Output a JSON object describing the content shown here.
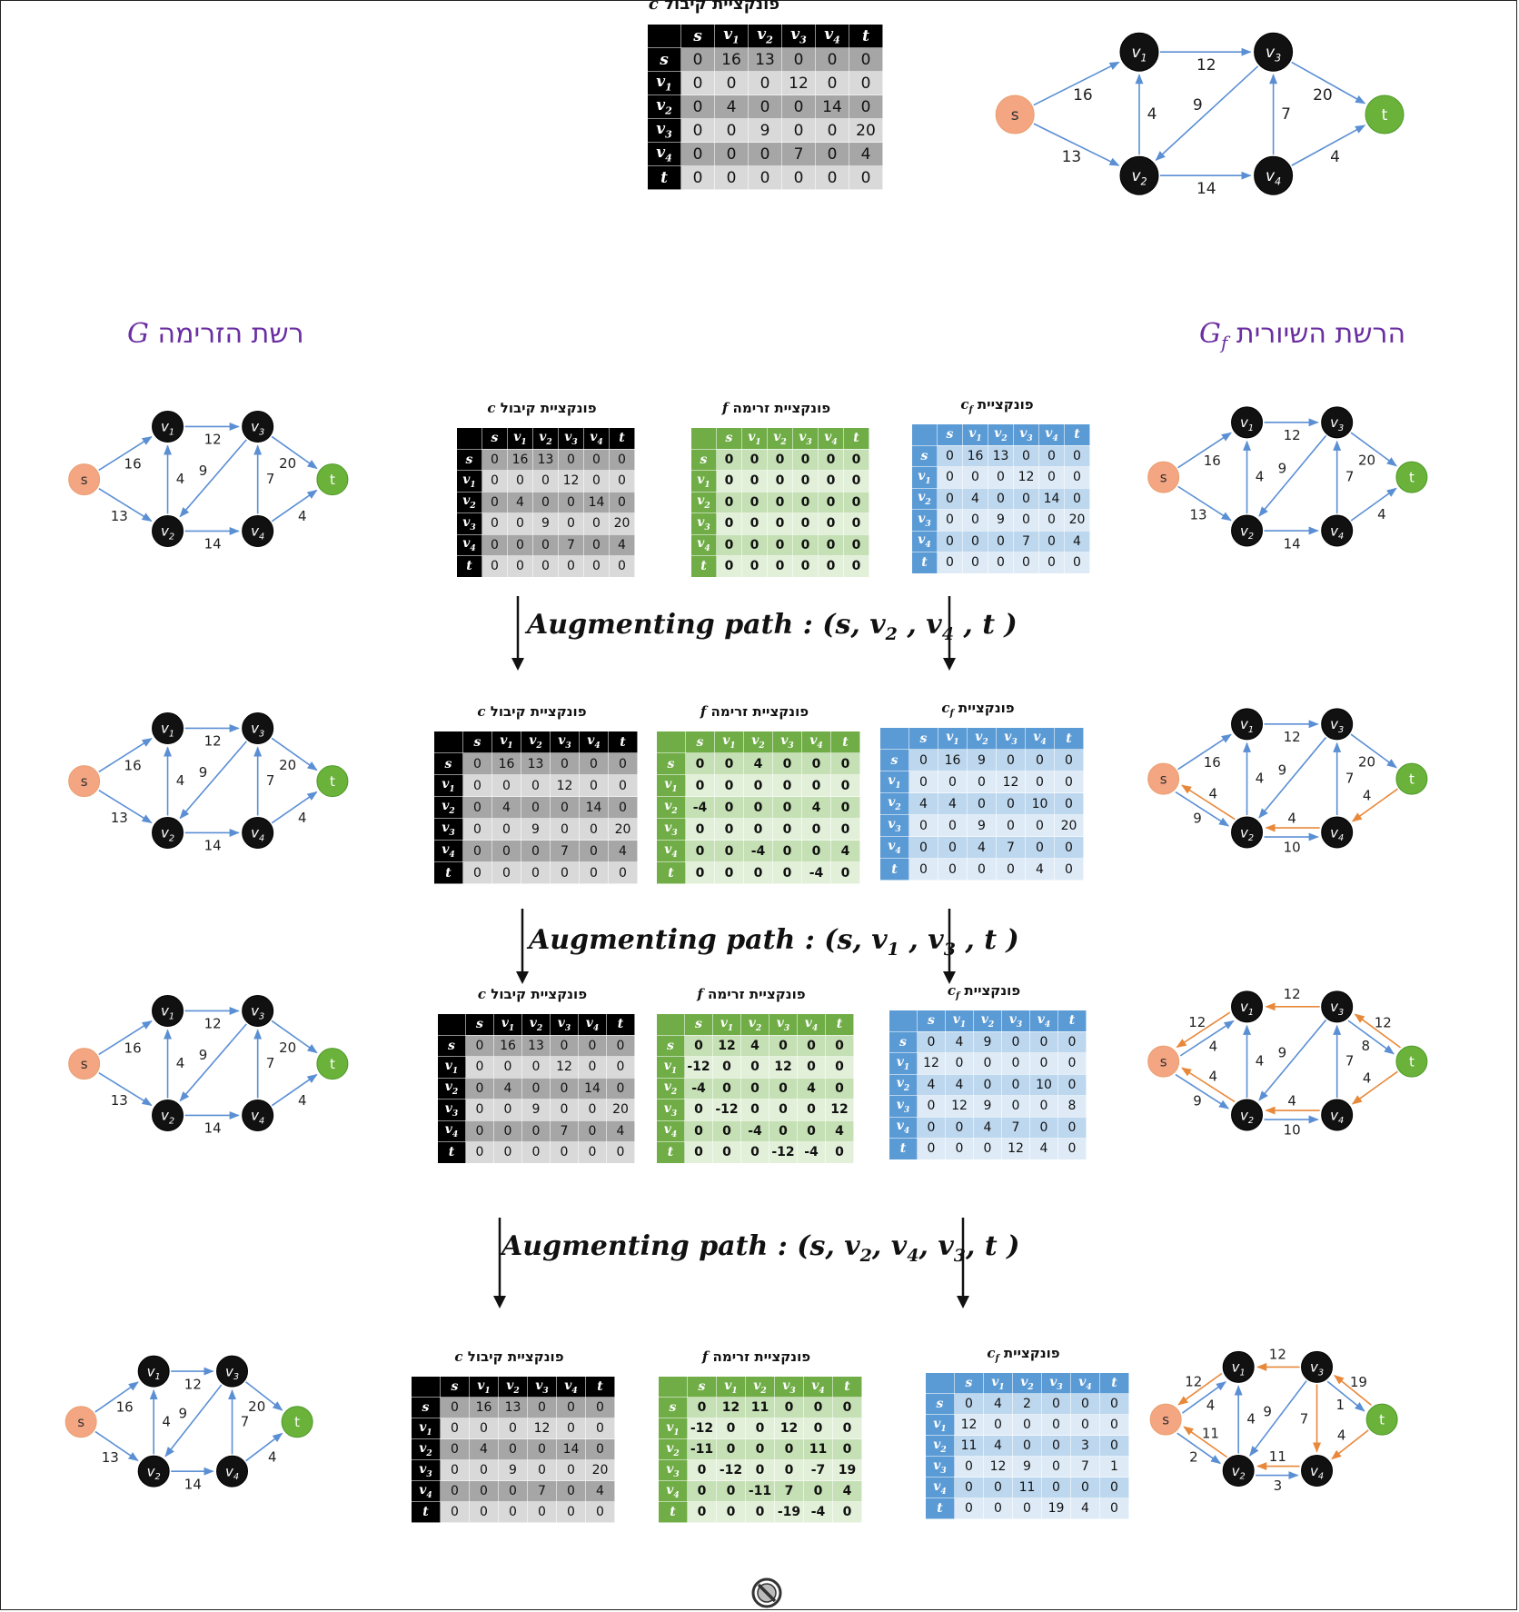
{
  "colors": {
    "source": "#f4a582",
    "sink": "#6ab23a",
    "node": "#111111",
    "edge_blue": "#5b8fd4",
    "edge_orange": "#e8883a",
    "heading": "#6b2fa2",
    "c_header": "#000000",
    "c_dark": "#a6a6a6",
    "c_light": "#d9d9d9",
    "f_header": "#70ad47",
    "f_dark": "#c5e0b4",
    "f_light": "#e2f0d9",
    "cf_header": "#5b9bd5",
    "cf_dark": "#bdd7ee",
    "cf_light": "#deebf7"
  },
  "labels": {
    "node_s": "s",
    "node_t": "t",
    "node_sub": [
      "1",
      "2",
      "3",
      "4"
    ],
    "heading_G": "רשת הזרימה",
    "heading_G_sym": "G",
    "heading_Gf": "הרשת השיורית",
    "heading_Gf_sym": "G",
    "heading_Gf_sub": "f",
    "title_c": "פונקציית קיבול",
    "title_c_sym": "c",
    "title_f": "פונקציית זרימה",
    "title_f_sym": "f",
    "title_cf": "פונקציית",
    "title_cf_sym": "c",
    "title_cf_sub": "f",
    "matrix_headers": [
      "s",
      "v1",
      "v2",
      "v3",
      "v4",
      "t"
    ],
    "aug_prefix": "Augmenting path",
    "aug_paths": [
      "(s, v2 , v4 , t )",
      "(s, v1 , v3 , t )",
      "(s, v2, v4, v3, t )"
    ]
  },
  "matrices": {
    "c": [
      [
        0,
        16,
        13,
        0,
        0,
        0
      ],
      [
        0,
        0,
        0,
        12,
        0,
        0
      ],
      [
        0,
        4,
        0,
        0,
        14,
        0
      ],
      [
        0,
        0,
        9,
        0,
        0,
        20
      ],
      [
        0,
        0,
        0,
        7,
        0,
        4
      ],
      [
        0,
        0,
        0,
        0,
        0,
        0
      ]
    ],
    "f0": [
      [
        0,
        0,
        0,
        0,
        0,
        0
      ],
      [
        0,
        0,
        0,
        0,
        0,
        0
      ],
      [
        0,
        0,
        0,
        0,
        0,
        0
      ],
      [
        0,
        0,
        0,
        0,
        0,
        0
      ],
      [
        0,
        0,
        0,
        0,
        0,
        0
      ],
      [
        0,
        0,
        0,
        0,
        0,
        0
      ]
    ],
    "cf0": [
      [
        0,
        16,
        13,
        0,
        0,
        0
      ],
      [
        0,
        0,
        0,
        12,
        0,
        0
      ],
      [
        0,
        4,
        0,
        0,
        14,
        0
      ],
      [
        0,
        0,
        9,
        0,
        0,
        20
      ],
      [
        0,
        0,
        0,
        7,
        0,
        4
      ],
      [
        0,
        0,
        0,
        0,
        0,
        0
      ]
    ],
    "f1": [
      [
        0,
        0,
        4,
        0,
        0,
        0
      ],
      [
        0,
        0,
        0,
        0,
        0,
        0
      ],
      [
        -4,
        0,
        0,
        0,
        4,
        0
      ],
      [
        0,
        0,
        0,
        0,
        0,
        0
      ],
      [
        0,
        0,
        -4,
        0,
        0,
        4
      ],
      [
        0,
        0,
        0,
        0,
        -4,
        0
      ]
    ],
    "cf1": [
      [
        0,
        16,
        9,
        0,
        0,
        0
      ],
      [
        0,
        0,
        0,
        12,
        0,
        0
      ],
      [
        4,
        4,
        0,
        0,
        10,
        0
      ],
      [
        0,
        0,
        9,
        0,
        0,
        20
      ],
      [
        0,
        0,
        4,
        7,
        0,
        0
      ],
      [
        0,
        0,
        0,
        0,
        4,
        0
      ]
    ],
    "f2": [
      [
        0,
        12,
        4,
        0,
        0,
        0
      ],
      [
        -12,
        0,
        0,
        12,
        0,
        0
      ],
      [
        -4,
        0,
        0,
        0,
        4,
        0
      ],
      [
        0,
        -12,
        0,
        0,
        0,
        12
      ],
      [
        0,
        0,
        -4,
        0,
        0,
        4
      ],
      [
        0,
        0,
        0,
        -12,
        -4,
        0
      ]
    ],
    "cf2": [
      [
        0,
        4,
        9,
        0,
        0,
        0
      ],
      [
        12,
        0,
        0,
        0,
        0,
        0
      ],
      [
        4,
        4,
        0,
        0,
        10,
        0
      ],
      [
        0,
        12,
        9,
        0,
        0,
        8
      ],
      [
        0,
        0,
        4,
        7,
        0,
        0
      ],
      [
        0,
        0,
        0,
        12,
        4,
        0
      ]
    ],
    "f3": [
      [
        0,
        12,
        11,
        0,
        0,
        0
      ],
      [
        -12,
        0,
        0,
        12,
        0,
        0
      ],
      [
        -11,
        0,
        0,
        0,
        11,
        0
      ],
      [
        0,
        -12,
        0,
        0,
        -7,
        19
      ],
      [
        0,
        0,
        -11,
        7,
        0,
        4
      ],
      [
        0,
        0,
        0,
        -19,
        -4,
        0
      ]
    ],
    "cf3": [
      [
        0,
        4,
        2,
        0,
        0,
        0
      ],
      [
        12,
        0,
        0,
        0,
        0,
        0
      ],
      [
        11,
        4,
        0,
        0,
        3,
        0
      ],
      [
        0,
        12,
        9,
        0,
        7,
        1
      ],
      [
        0,
        0,
        11,
        0,
        0,
        0
      ],
      [
        0,
        0,
        0,
        19,
        4,
        0
      ]
    ]
  },
  "graphs": {
    "G": [
      {
        "u": "s",
        "v": "v1",
        "w": "16"
      },
      {
        "u": "s",
        "v": "v2",
        "w": "13"
      },
      {
        "u": "v1",
        "v": "v3",
        "w": "12"
      },
      {
        "u": "v2",
        "v": "v1",
        "w": "4"
      },
      {
        "u": "v3",
        "v": "v2",
        "w": "9"
      },
      {
        "u": "v2",
        "v": "v4",
        "w": "14"
      },
      {
        "u": "v4",
        "v": "v3",
        "w": "7"
      },
      {
        "u": "v3",
        "v": "t",
        "w": "20"
      },
      {
        "u": "v4",
        "v": "t",
        "w": "4"
      }
    ],
    "Gf1": [
      {
        "u": "s",
        "v": "v1",
        "w": "16"
      },
      {
        "u": "s",
        "v": "v2",
        "w": "9"
      },
      {
        "u": "v2",
        "v": "s",
        "w": "4",
        "c": "orange"
      },
      {
        "u": "v1",
        "v": "v3",
        "w": "12"
      },
      {
        "u": "v2",
        "v": "v1",
        "w": "4"
      },
      {
        "u": "v3",
        "v": "v2",
        "w": "9"
      },
      {
        "u": "v2",
        "v": "v4",
        "w": "10"
      },
      {
        "u": "v4",
        "v": "v2",
        "w": "4",
        "c": "orange"
      },
      {
        "u": "v4",
        "v": "v3",
        "w": "7"
      },
      {
        "u": "v3",
        "v": "t",
        "w": "20"
      },
      {
        "u": "t",
        "v": "v4",
        "w": "4",
        "c": "orange"
      }
    ],
    "Gf2": [
      {
        "u": "s",
        "v": "v1",
        "w": "4"
      },
      {
        "u": "v1",
        "v": "s",
        "w": "12",
        "c": "orange"
      },
      {
        "u": "s",
        "v": "v2",
        "w": "9"
      },
      {
        "u": "v2",
        "v": "s",
        "w": "4",
        "c": "orange"
      },
      {
        "u": "v3",
        "v": "v1",
        "w": "12",
        "c": "orange"
      },
      {
        "u": "v2",
        "v": "v1",
        "w": "4"
      },
      {
        "u": "v3",
        "v": "v2",
        "w": "9"
      },
      {
        "u": "v2",
        "v": "v4",
        "w": "10"
      },
      {
        "u": "v4",
        "v": "v2",
        "w": "4",
        "c": "orange"
      },
      {
        "u": "v4",
        "v": "v3",
        "w": "7"
      },
      {
        "u": "v3",
        "v": "t",
        "w": "8"
      },
      {
        "u": "t",
        "v": "v3",
        "w": "12",
        "c": "orange"
      },
      {
        "u": "t",
        "v": "v4",
        "w": "4",
        "c": "orange"
      }
    ],
    "Gf3": [
      {
        "u": "s",
        "v": "v1",
        "w": "4"
      },
      {
        "u": "v1",
        "v": "s",
        "w": "12",
        "c": "orange"
      },
      {
        "u": "s",
        "v": "v2",
        "w": "2"
      },
      {
        "u": "v2",
        "v": "s",
        "w": "11",
        "c": "orange"
      },
      {
        "u": "v3",
        "v": "v1",
        "w": "12",
        "c": "orange"
      },
      {
        "u": "v2",
        "v": "v1",
        "w": "4"
      },
      {
        "u": "v3",
        "v": "v2",
        "w": "9"
      },
      {
        "u": "v2",
        "v": "v4",
        "w": "3"
      },
      {
        "u": "v4",
        "v": "v2",
        "w": "11",
        "c": "orange"
      },
      {
        "u": "v3",
        "v": "v4",
        "w": "7",
        "c": "orange"
      },
      {
        "u": "v3",
        "v": "t",
        "w": "1"
      },
      {
        "u": "t",
        "v": "v3",
        "w": "19",
        "c": "orange"
      },
      {
        "u": "t",
        "v": "v4",
        "w": "4",
        "c": "orange"
      }
    ]
  }
}
